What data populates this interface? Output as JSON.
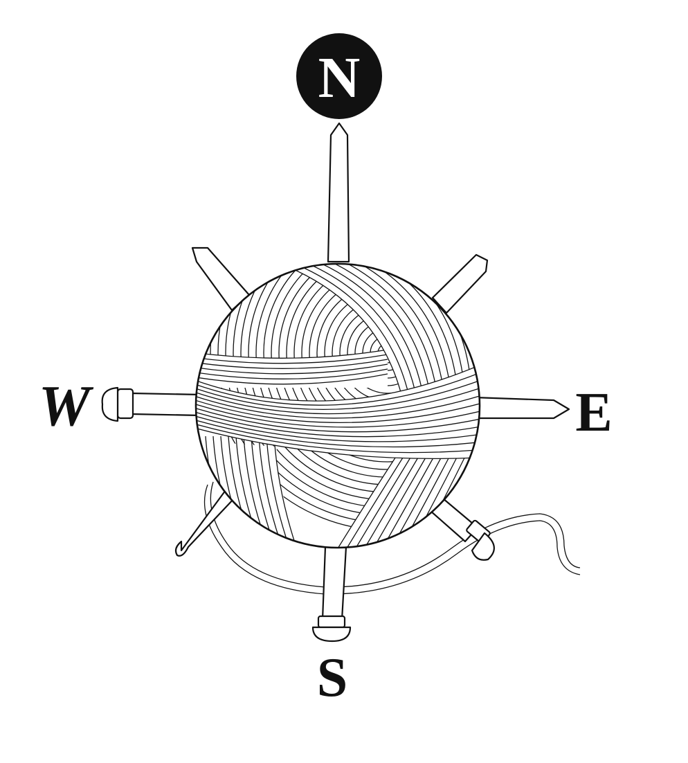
{
  "compass": {
    "north": "N",
    "east": "E",
    "south": "S",
    "west": "W"
  },
  "colors": {
    "ink": "#111111",
    "paper": "#ffffff"
  }
}
